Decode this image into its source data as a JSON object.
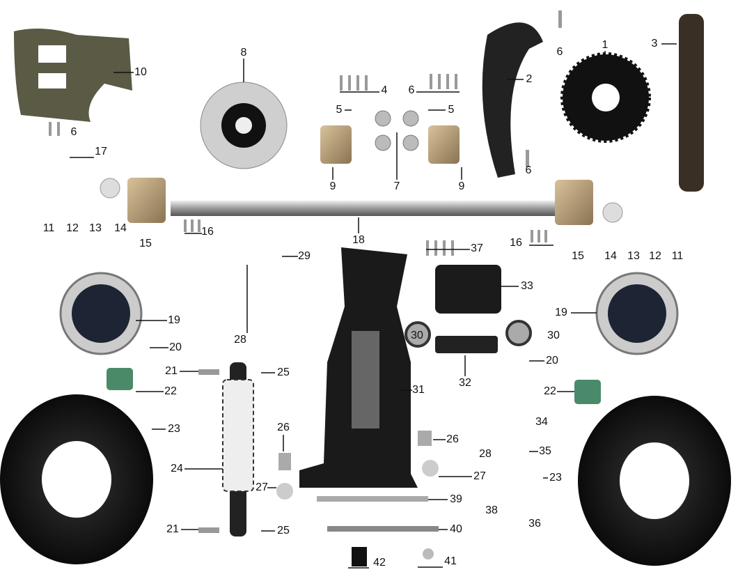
{
  "diagram": {
    "type": "exploded parts diagram",
    "callouts": [
      "10",
      "8",
      "6",
      "1",
      "3",
      "2",
      "4",
      "6",
      "5",
      "5",
      "6",
      "17",
      "9",
      "7",
      "9",
      "6",
      "11",
      "12",
      "13",
      "14",
      "15",
      "16",
      "18",
      "16",
      "15",
      "14",
      "13",
      "12",
      "11",
      "29",
      "37",
      "28",
      "30",
      "33",
      "30",
      "19",
      "19",
      "20",
      "20",
      "32",
      "21",
      "25",
      "22",
      "31",
      "22",
      "34",
      "23",
      "26",
      "26",
      "35",
      "24",
      "28",
      "27",
      "27",
      "23",
      "39",
      "38",
      "36",
      "21",
      "25",
      "40",
      "42",
      "41"
    ]
  }
}
